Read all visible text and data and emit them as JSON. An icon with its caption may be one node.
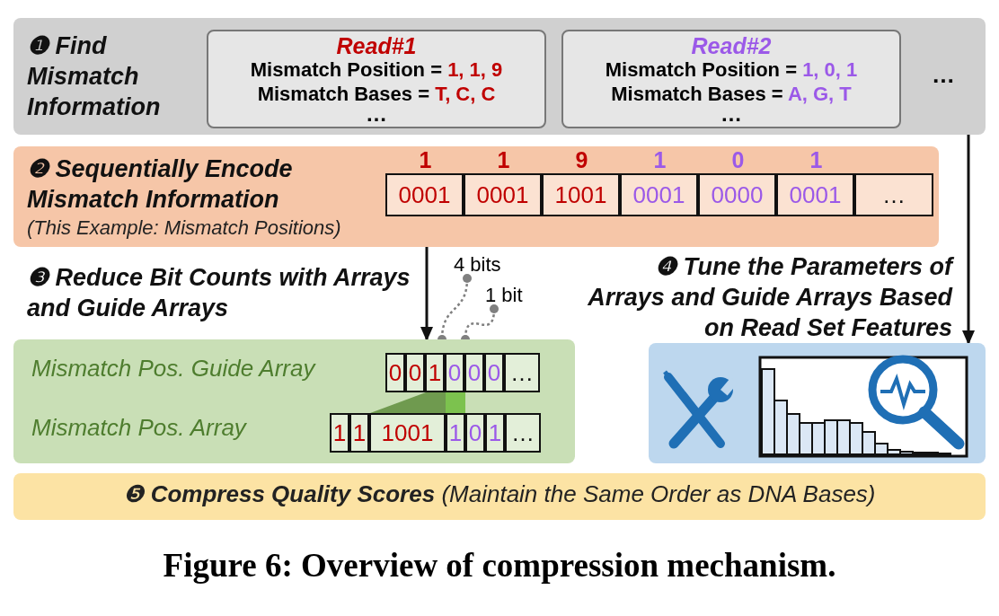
{
  "diagram": {
    "caption": "Figure 6: Overview of compression mechanism.",
    "nodes": [
      {
        "text": [
          "❶ Find Mismatch Information"
        ]
      },
      {
        "text": [
          "Read#1",
          "Mismatch Position = 1, 1, 9",
          "Mismatch Bases = T, C, C",
          "…"
        ],
        "in": 0
      },
      {
        "text": [
          "Read#2",
          "Mismatch Position = 1, 0, 1",
          "Mismatch Bases = A, G, T",
          "…"
        ],
        "in": 0
      },
      {
        "text": [
          "❷ Sequentially Encode Mismatch Information",
          "(This Example: Mismatch Positions)"
        ]
      },
      {
        "text": [
          "Mismatch Pos. Guide Array",
          "Mismatch Pos. Array"
        ]
      },
      {
        "text": [
          "4 bits"
        ]
      },
      {
        "text": [
          "1 bit"
        ]
      },
      {
        "text": [],
        "shape": "picture"
      },
      {
        "text": [
          "❺ **Compress Quality Scores** (Maintain the Same Order as DNA Bases)"
        ]
      }
    ],
    "edges": [
      {
        "from": 3,
        "to": 4,
        "arrow": "to"
      },
      {
        "from": 0,
        "to": 7,
        "arrow": "to"
      },
      {
        "from": 5,
        "to": 4,
        "arrow": "other",
        "style": "dashed",
        "color": "#808080"
      },
      {
        "from": 6,
        "to": 4,
        "arrow": "other",
        "style": "dashed",
        "color": "#808080"
      }
    ],
    "labels": [
      "…",
      "1",
      "1",
      "9",
      "1",
      "0",
      "1",
      "0001",
      "0001",
      "1001",
      "0001",
      "0000",
      "0001",
      "…",
      "❸ Reduce Bit Counts with Arrays and Guide Arrays",
      "0",
      "0",
      "1",
      "0",
      "0",
      "0",
      "…",
      "1",
      "1",
      "1001",
      "1",
      "0",
      "1",
      "…",
      "❹ Tune the Parameters of Arrays and Guide Arrays Based on Read Set Features"
    ]
  }
}
